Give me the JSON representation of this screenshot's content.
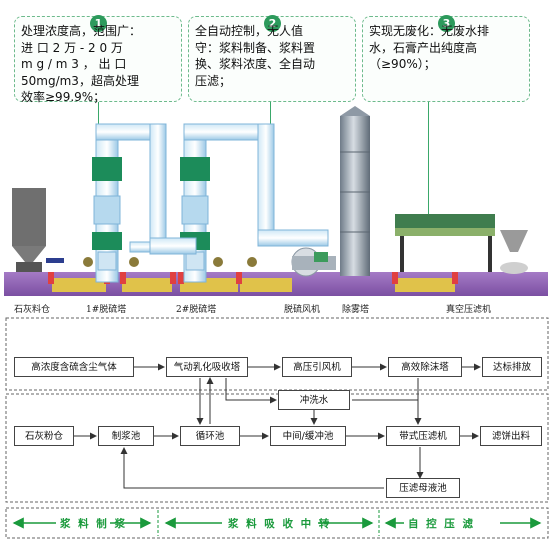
{
  "callouts": [
    {
      "num": "1",
      "text": "处理浓度高，范围广：\n进 口 2 万 - 2 0 万\nm g / m 3 ， 出 口\n50mg/m3，超高处理\n效率≥99.9%；"
    },
    {
      "num": "2",
      "text": "全自动控制，无人值\n守：浆料制备、浆料置\n换、浆料浓度、全自动\n压滤；"
    },
    {
      "num": "3",
      "text": "实现无废化：无废水排\n水，石膏产出纯度高\n（≥90%）；"
    }
  ],
  "equipment_labels": {
    "lime_bin": "石灰料仓",
    "tower1": "1#脱硫塔",
    "tower2": "2#脱硫塔",
    "fan": "脱硫风机",
    "mist": "除雾塔",
    "filter": "真空压滤机"
  },
  "flow": {
    "row1": [
      "高浓度含硫含尘气体",
      "气动乳化吸收塔",
      "高压引风机",
      "高效除沫塔",
      "达标排放"
    ],
    "flush": "冲洗水",
    "row2": [
      "石灰粉仓",
      "制浆池",
      "循环池",
      "中间/缓冲池",
      "带式压滤机",
      "滤饼出料"
    ],
    "filtrate": "压滤母液池"
  },
  "stages": [
    "浆 料 制 浆",
    "浆 料 吸 收 中 转",
    "自 控 压 滤"
  ]
}
